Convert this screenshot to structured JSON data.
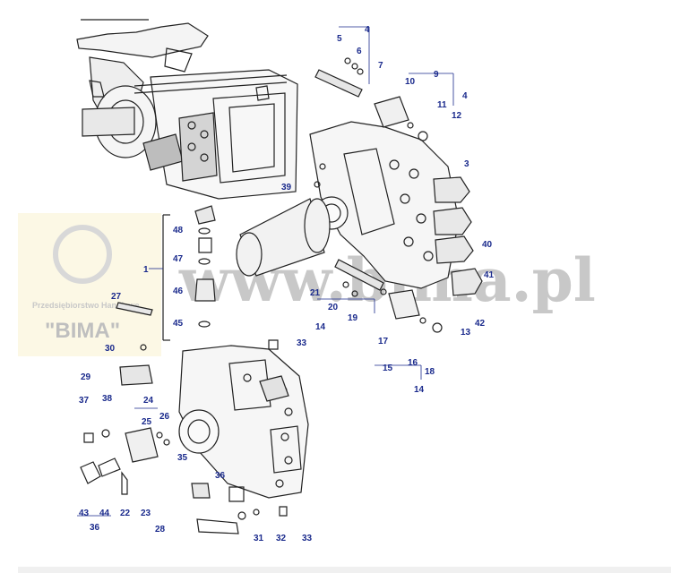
{
  "watermark": {
    "domain": "www.bima.pl",
    "company_line": "Przedsiębiorstwo Handlowe",
    "company_name": "\"BIMA\""
  },
  "callouts": [
    {
      "label": "4"
    },
    {
      "label": "5"
    },
    {
      "label": "6"
    },
    {
      "label": "7"
    },
    {
      "label": "9"
    },
    {
      "label": "10"
    },
    {
      "label": "4"
    },
    {
      "label": "11"
    },
    {
      "label": "12"
    },
    {
      "label": "3"
    },
    {
      "label": "39"
    },
    {
      "label": "48"
    },
    {
      "label": "47"
    },
    {
      "label": "1"
    },
    {
      "label": "46"
    },
    {
      "label": "45"
    },
    {
      "label": "27"
    },
    {
      "label": "30"
    },
    {
      "label": "29"
    },
    {
      "label": "40"
    },
    {
      "label": "41"
    },
    {
      "label": "21"
    },
    {
      "label": "20"
    },
    {
      "label": "19"
    },
    {
      "label": "14"
    },
    {
      "label": "17"
    },
    {
      "label": "13"
    },
    {
      "label": "42"
    },
    {
      "label": "15"
    },
    {
      "label": "16"
    },
    {
      "label": "18"
    },
    {
      "label": "14"
    },
    {
      "label": "33"
    },
    {
      "label": "37"
    },
    {
      "label": "38"
    },
    {
      "label": "24"
    },
    {
      "label": "25"
    },
    {
      "label": "26"
    },
    {
      "label": "35"
    },
    {
      "label": "36"
    },
    {
      "label": "22"
    },
    {
      "label": "23"
    },
    {
      "label": "43"
    },
    {
      "label": "44"
    },
    {
      "label": "36"
    },
    {
      "label": "28"
    },
    {
      "label": "31"
    },
    {
      "label": "32"
    },
    {
      "label": "33"
    }
  ]
}
